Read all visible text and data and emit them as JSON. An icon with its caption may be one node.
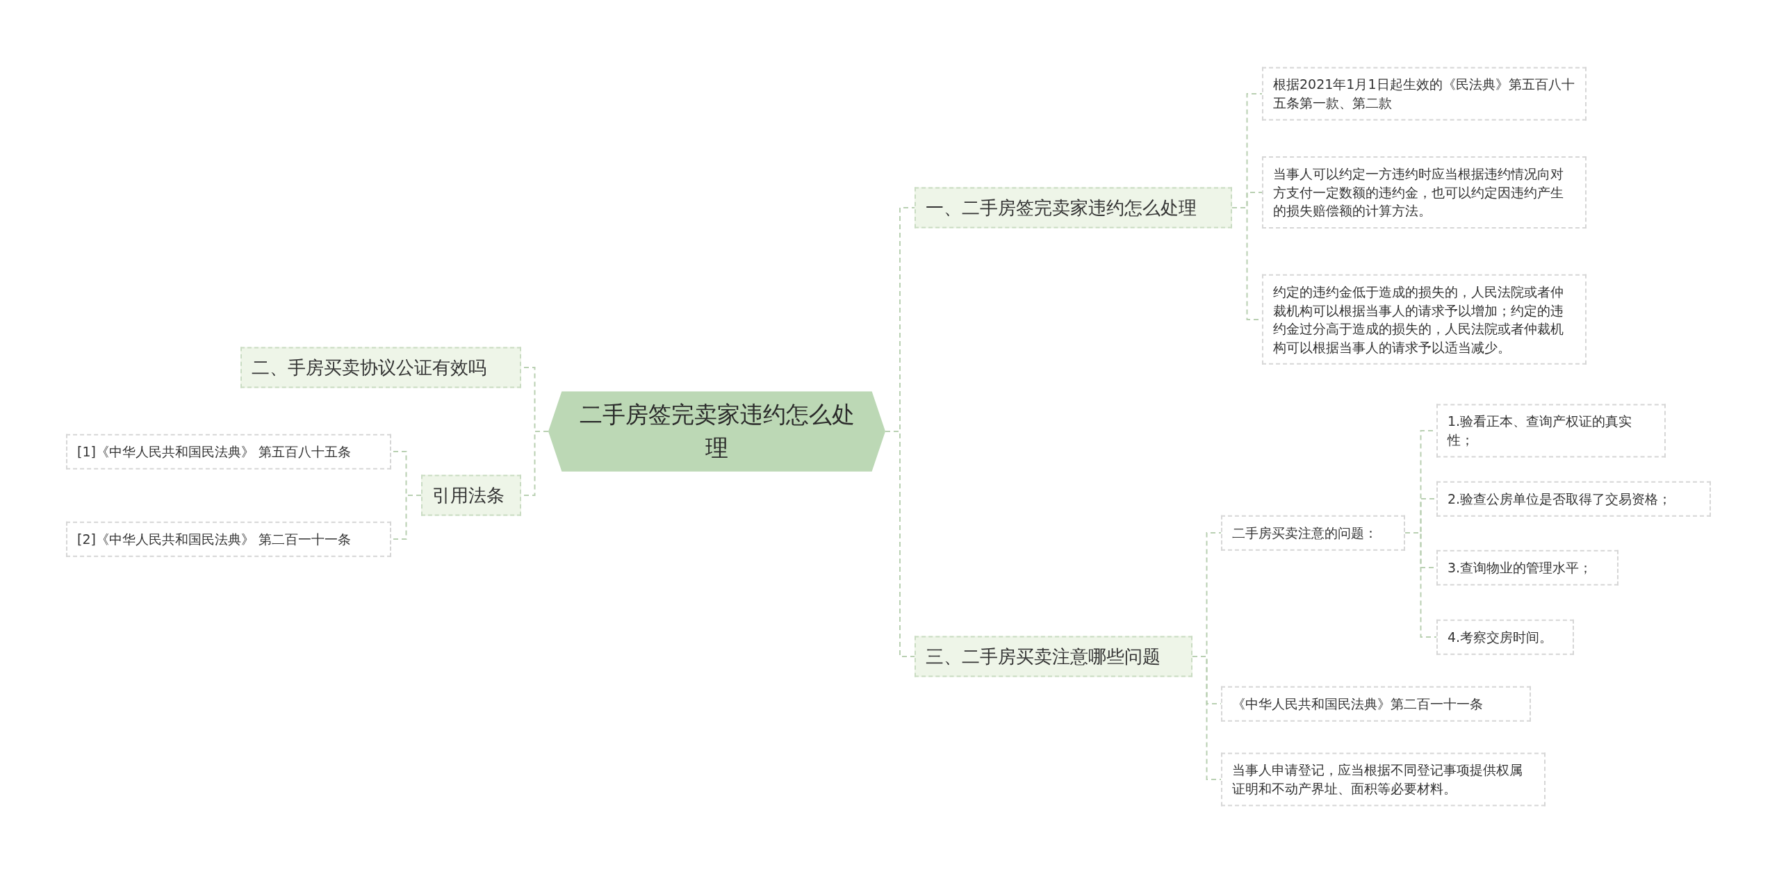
{
  "diagram": {
    "nodes": [
      {
        "text": [
          "二手房签完卖家违约怎么处理"
        ]
      },
      {
        "text": [
          "二、手房买卖协议公证有效吗"
        ]
      },
      {
        "text": [
          "引用法条"
        ]
      },
      {
        "text": [
          "[1]《中华人民共和国民法典》 第五百八十五条"
        ]
      },
      {
        "text": [
          "[2]《中华人民共和国民法典》 第二百一十一条"
        ]
      },
      {
        "text": [
          "一、二手房签完卖家违约怎么处理"
        ]
      },
      {
        "text": [
          "根据2021年1月1日起生效的《民法典》第五百八十五条第一款、第二款"
        ]
      },
      {
        "text": [
          "当事人可以约定一方违约时应当根据违约情况向对方支付一定数额的违约金，也可以约定因违约产生的损失赔偿额的计算方法。"
        ]
      },
      {
        "text": [
          "约定的违约金低于造成的损失的，人民法院或者仲裁机构可以根据当事人的请求予以增加；约定的违约金过分高于造成的损失的，人民法院或者仲裁机构可以根据当事人的请求予以适当减少。"
        ]
      },
      {
        "text": [
          "三、二手房买卖注意哪些问题"
        ]
      },
      {
        "text": [
          "二手房买卖注意的问题："
        ]
      },
      {
        "text": [
          "1.验看正本、查询产权证的真实性；"
        ]
      },
      {
        "text": [
          "2.验查公房单位是否取得了交易资格；"
        ]
      },
      {
        "text": [
          "3.查询物业的管理水平；"
        ]
      },
      {
        "text": [
          "4.考察交房时间。"
        ]
      },
      {
        "text": [
          "《中华人民共和国民法典》第二百一十一条"
        ]
      },
      {
        "text": [
          "当事人申请登记，应当根据不同登记事项提供权属证明和不动产界址、面积等必要材料。"
        ]
      }
    ],
    "edges": [
      {
        "from": 0,
        "to": 1,
        "arrow": "none"
      },
      {
        "from": 0,
        "to": 2,
        "arrow": "none"
      },
      {
        "from": 2,
        "to": 3,
        "arrow": "none"
      },
      {
        "from": 2,
        "to": 4,
        "arrow": "none"
      },
      {
        "from": 0,
        "to": 5,
        "arrow": "none"
      },
      {
        "from": 5,
        "to": 6,
        "arrow": "none"
      },
      {
        "from": 5,
        "to": 7,
        "arrow": "none"
      },
      {
        "from": 5,
        "to": 8,
        "arrow": "none"
      },
      {
        "from": 0,
        "to": 9,
        "arrow": "none"
      },
      {
        "from": 9,
        "to": 10,
        "arrow": "none"
      },
      {
        "from": 10,
        "to": 11,
        "arrow": "none"
      },
      {
        "from": 10,
        "to": 12,
        "arrow": "none"
      },
      {
        "from": 10,
        "to": 13,
        "arrow": "none"
      },
      {
        "from": 10,
        "to": 14,
        "arrow": "none"
      },
      {
        "from": 9,
        "to": 15,
        "arrow": "none"
      },
      {
        "from": 9,
        "to": 16,
        "arrow": "none"
      }
    ]
  }
}
